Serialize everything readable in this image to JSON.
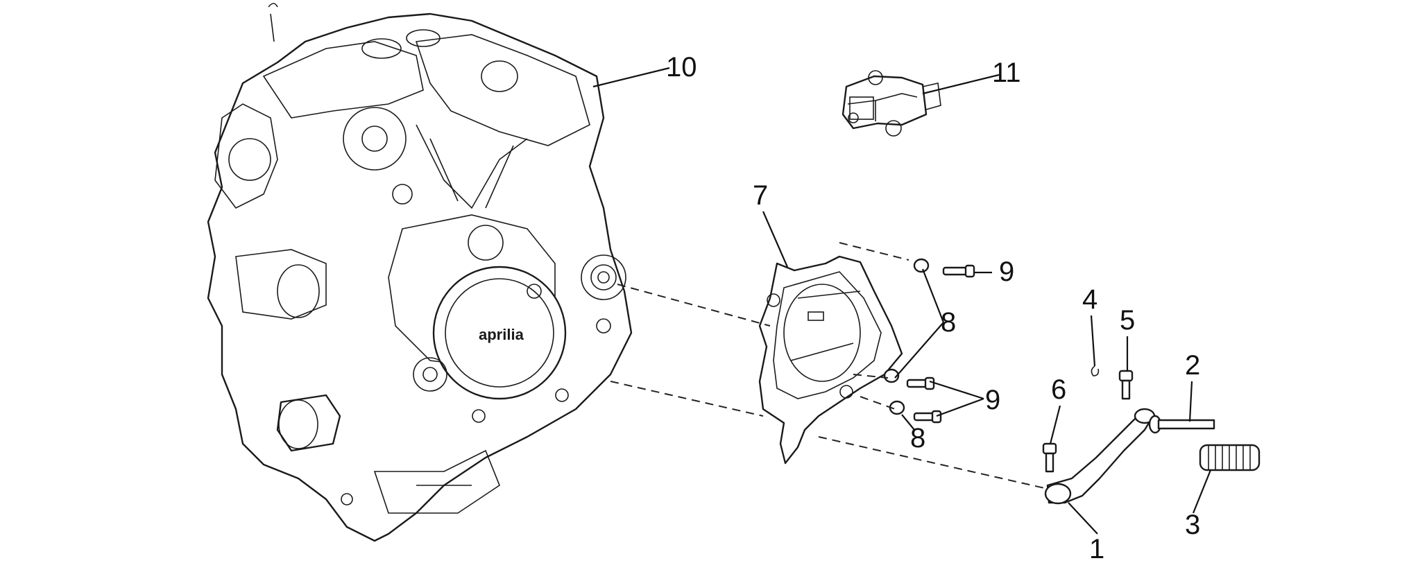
{
  "parts": {
    "p1": "1",
    "p2": "2",
    "p3": "3",
    "p4": "4",
    "p5": "5",
    "p6": "6",
    "p7": "7",
    "p8_upper": "8",
    "p8_lower": "8",
    "p9_upper": "9",
    "p9_lower": "9",
    "p10": "10",
    "p11": "11"
  },
  "engine_brand": "aprilia"
}
